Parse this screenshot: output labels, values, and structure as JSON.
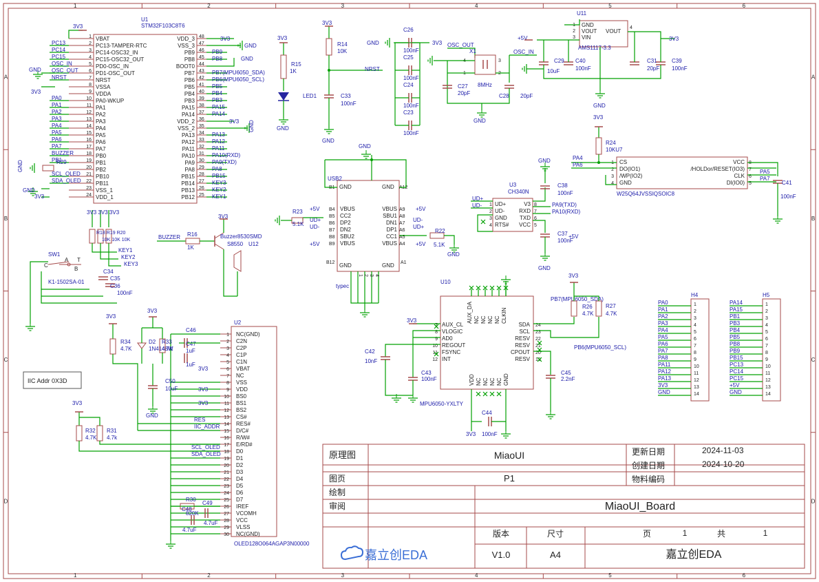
{
  "frame": {
    "cols": [
      "1",
      "2",
      "3",
      "4",
      "5",
      "6"
    ],
    "rows": [
      "A",
      "B",
      "C",
      "D"
    ]
  },
  "u1": {
    "ref": "U1",
    "part": "STM32F103C8T6",
    "left_pins": [
      {
        "n": "1",
        "name": "VBAT",
        "net": ""
      },
      {
        "n": "2",
        "name": "PC13-TAMPER-RTC",
        "net": "PC13"
      },
      {
        "n": "3",
        "name": "PC14-OSC32_IN",
        "net": "PC14"
      },
      {
        "n": "4",
        "name": "PC15-OSC32_OUT",
        "net": "PC15"
      },
      {
        "n": "5",
        "name": "PD0-OSC_IN",
        "net": "OSC_IN"
      },
      {
        "n": "6",
        "name": "PD1-OSC_OUT",
        "net": "OSC_OUT"
      },
      {
        "n": "7",
        "name": "NRST",
        "net": "NRST"
      },
      {
        "n": "8",
        "name": "VSSA",
        "net": ""
      },
      {
        "n": "9",
        "name": "VDDA",
        "net": ""
      },
      {
        "n": "10",
        "name": "PA0-WKUP",
        "net": "PA0"
      },
      {
        "n": "11",
        "name": "PA1",
        "net": "PA1"
      },
      {
        "n": "12",
        "name": "PA2",
        "net": "PA2"
      },
      {
        "n": "13",
        "name": "PA3",
        "net": "PA3"
      },
      {
        "n": "14",
        "name": "PA4",
        "net": "PA4"
      },
      {
        "n": "15",
        "name": "PA5",
        "net": "PA5"
      },
      {
        "n": "16",
        "name": "PA6",
        "net": "PA6"
      },
      {
        "n": "17",
        "name": "PA7",
        "net": "PA7"
      },
      {
        "n": "18",
        "name": "PB0",
        "net": "BUZZER"
      },
      {
        "n": "19",
        "name": "PB1",
        "net": "PB1"
      },
      {
        "n": "20",
        "name": "PB2",
        "net": ""
      },
      {
        "n": "21",
        "name": "PB10",
        "net": "SCL_OLED"
      },
      {
        "n": "22",
        "name": "PB11",
        "net": "SDA_OLED"
      },
      {
        "n": "23",
        "name": "VSS_1",
        "net": ""
      },
      {
        "n": "24",
        "name": "VDD_1",
        "net": ""
      }
    ],
    "right_pins": [
      {
        "n": "48",
        "name": "VDD_3",
        "net": ""
      },
      {
        "n": "47",
        "name": "VSS_3",
        "net": ""
      },
      {
        "n": "46",
        "name": "PB9",
        "net": "PB9"
      },
      {
        "n": "45",
        "name": "PB8",
        "net": "PB8"
      },
      {
        "n": "44",
        "name": "BOOT0",
        "net": ""
      },
      {
        "n": "43",
        "name": "PB7",
        "net": "PB7(MPU6050_SDA)"
      },
      {
        "n": "42",
        "name": "PB6",
        "net": "PB6(MPU6050_SCL)"
      },
      {
        "n": "41",
        "name": "PB5",
        "net": "PB5"
      },
      {
        "n": "40",
        "name": "PB4",
        "net": "PB4"
      },
      {
        "n": "39",
        "name": "PB3",
        "net": "PB3"
      },
      {
        "n": "38",
        "name": "PA15",
        "net": "PA15"
      },
      {
        "n": "37",
        "name": "PA14",
        "net": "PA14"
      },
      {
        "n": "36",
        "name": "VDD_2",
        "net": ""
      },
      {
        "n": "35",
        "name": "VSS_2",
        "net": ""
      },
      {
        "n": "34",
        "name": "PA13",
        "net": "PA13"
      },
      {
        "n": "33",
        "name": "PA12",
        "net": "PA12"
      },
      {
        "n": "32",
        "name": "PA11",
        "net": "PA11"
      },
      {
        "n": "31",
        "name": "PA10",
        "net": "PA10(RXD)"
      },
      {
        "n": "30",
        "name": "PA9",
        "net": "PA9(TXD)"
      },
      {
        "n": "29",
        "name": "PA8",
        "net": "PA8"
      },
      {
        "n": "28",
        "name": "PB15",
        "net": "PB15"
      },
      {
        "n": "27",
        "name": "PB14",
        "net": "KEY3"
      },
      {
        "n": "26",
        "name": "PB13",
        "net": "KEY2"
      },
      {
        "n": "25",
        "name": "PB12",
        "net": "KEY1"
      }
    ],
    "side_labels": [
      "3V3",
      "GND",
      "GND",
      "3V3",
      "R29",
      "GND",
      "3V3",
      "3V3",
      "GND",
      "GND",
      "GND"
    ]
  },
  "led_block": {
    "r15": "R15",
    "r15_val": "1K",
    "led": "LED1",
    "vcc": "3V3",
    "gnd": "GND"
  },
  "reset_block": {
    "r14": "R14",
    "r14_val": "10K",
    "c33": "C33",
    "c33_val": "100nF",
    "net": "NRST",
    "vcc": "3V3",
    "gnd": "GND"
  },
  "decoupling": {
    "gnd": "GND",
    "vcc": "3V3",
    "caps": [
      [
        "C26",
        "100nF"
      ],
      [
        "C25",
        "100nF"
      ],
      [
        "C24",
        "100nF"
      ],
      [
        "C23",
        "100nF"
      ]
    ]
  },
  "crystal": {
    "x": "X1",
    "freq": "8MHz",
    "osc_out": "OSC_OUT",
    "osc_in": "OSC_IN",
    "c27": "C27",
    "c27_val": "20pF",
    "c28": "C28",
    "c28_val": "20pF",
    "gnd": "GND",
    "pins": [
      "4",
      "1",
      "2",
      "3"
    ]
  },
  "ldo": {
    "ref": "U11",
    "part": "AMS1117-3.3",
    "pins": [
      "GND",
      "VOUT",
      "VIN",
      "VOUT"
    ],
    "nums": [
      "1",
      "2",
      "3",
      "4"
    ],
    "vin": "+5V",
    "vout": "3V3",
    "gnd": "GND",
    "caps": [
      [
        "C29",
        "10uF"
      ],
      [
        "C40",
        "100nF"
      ],
      [
        "C31",
        "20pF"
      ],
      [
        "C39",
        "100nF"
      ]
    ]
  },
  "usb": {
    "ref": "USB2",
    "type": "typec",
    "b1": "B1",
    "a12": "A12",
    "b12": "B12",
    "a1": "A1",
    "gnd": "GND",
    "left": [
      [
        "B4",
        "VBUS"
      ],
      [
        "B5",
        "CC2"
      ],
      [
        "B6",
        "DP2"
      ],
      [
        "B7",
        "DN2"
      ],
      [
        "B8",
        "SBU2"
      ],
      [
        "B9",
        "VBUS"
      ]
    ],
    "right": [
      [
        "A9",
        "VBUS"
      ],
      [
        "A8",
        "SBU1"
      ],
      [
        "A7",
        "DN1"
      ],
      [
        "A6",
        "DP1"
      ],
      [
        "A5",
        "CC1"
      ],
      [
        "A4",
        "VBUS"
      ]
    ],
    "bottom": [
      "1",
      "2",
      "3",
      "4"
    ],
    "nets": {
      "p5v": "+5V",
      "udp": "UD+",
      "udm": "UD-"
    },
    "r23": "R23",
    "r23_val": "5.1K",
    "r22": "R22",
    "r22_val": "5.1K"
  },
  "ch340": {
    "ref": "U3",
    "part": "CH340N",
    "left": [
      [
        "1",
        "UD+"
      ],
      [
        "2",
        "UD-"
      ],
      [
        "3",
        "GND"
      ],
      [
        "4",
        "RTS#"
      ]
    ],
    "right": [
      [
        "V3",
        "8"
      ],
      [
        "RXD",
        "7"
      ],
      [
        "TXD",
        "6"
      ],
      [
        "VCC",
        "5"
      ]
    ],
    "nets": [
      "UD+",
      "UD-",
      "PA9(TXD)",
      "PA10(RXD)",
      "+5V"
    ],
    "c38": "C38",
    "c38_val": "100nF",
    "c37": "C37",
    "c37_val": "100nF",
    "gnd": "GND"
  },
  "flash": {
    "ref": "U4",
    "part": "W25Q64JVSSIQSOIC8",
    "left": [
      [
        "1",
        "CS"
      ],
      [
        "2",
        "DO(IO1)"
      ],
      [
        "3",
        "/WP(IO2)"
      ],
      [
        "4",
        "GND"
      ]
    ],
    "right": [
      [
        "8",
        "VCC"
      ],
      [
        "7",
        "/HOLDor/RESET(IO3)"
      ],
      [
        "6",
        "CLK"
      ],
      [
        "5",
        "DI(IO0)"
      ]
    ],
    "nets": [
      "PA4",
      "PA6",
      "PA5",
      "PA7"
    ],
    "r24": "R24",
    "r24_val": "10KU7",
    "c41": "C41",
    "c41_val": "100nF",
    "vcc": "3V3"
  },
  "mpu": {
    "ref": "U10",
    "part": "MPU6050-YXLTY",
    "left": [
      [
        "7",
        "AUX_CL"
      ],
      [
        "8",
        "VLOGIC"
      ],
      [
        "9",
        "AD0"
      ],
      [
        "10",
        "REGOUT"
      ],
      [
        "11",
        "FSYNC"
      ],
      [
        "12",
        "INT"
      ]
    ],
    "right": [
      [
        "24",
        "SDA"
      ],
      [
        "23",
        "SCL"
      ],
      [
        "22",
        "RESV"
      ],
      [
        "21",
        "RESV"
      ],
      [
        "20",
        "CPOUT"
      ],
      [
        "19",
        "RESV"
      ]
    ],
    "top": [
      "AUX_DA",
      "NC",
      "NC",
      "NC",
      "NC",
      "CLKIN"
    ],
    "bottom": [
      "VDD",
      "NC",
      "NC",
      "NC",
      "NC",
      "GND"
    ],
    "nets": {
      "sda": "PB7(MPU6050_SDA)",
      "scl": "PB6(MPU6050_SCL)"
    },
    "r26": "R26",
    "r26_val": "4.7K",
    "r27": "R27",
    "r27_val": "4.7K",
    "c42": "C42",
    "c42_val": "10nF",
    "c43": "C43",
    "c43_val": "100nF",
    "c44": "C44",
    "c44_val": "100nF",
    "c45": "C45",
    "c45_val": "2.2nF",
    "vcc": "3V3"
  },
  "keys": {
    "sw": "SW1",
    "part": "K1-1502SA-01",
    "nets": [
      "KEY1",
      "KEY2",
      "KEY3"
    ],
    "r_labels": "R18 R19 R20",
    "r_vals": "10K 10K 10K",
    "c34": "C34",
    "c35": "C35",
    "c36": "C36",
    "c_val": "100nF",
    "pins": [
      "C",
      "A",
      "B",
      "T"
    ],
    "vcc": "3V3 3V3 3V3"
  },
  "buzzer": {
    "r16": "R16",
    "r16_val": "1K",
    "net": "BUZZER",
    "q": "S8550",
    "u": "U12",
    "bz": "Buzzer8530SMD",
    "vcc": "3V3"
  },
  "oled": {
    "ref": "U2",
    "part": "OLED128O064AGAP3N00000",
    "pins": [
      "NC(GND)",
      "C2N",
      "C2P",
      "C1P",
      "C1N",
      "VBAT",
      "NC",
      "VSS",
      "VDD",
      "BS0",
      "BS1",
      "BS2",
      "CS#",
      "RES#",
      "D/C#",
      "R/W#",
      "E/RD#",
      "D0",
      "D1",
      "D2",
      "D3",
      "D4",
      "D5",
      "D6",
      "D7",
      "IREF",
      "VCOMH",
      "VCC",
      "VLSS",
      "NC(GND)"
    ],
    "nets": {
      "res": "RES",
      "iic": "IIC_ADDR",
      "scl": "SCL_OLED",
      "sda": "SDA_OLED",
      "v3": "3V3",
      "gnd": "GND"
    },
    "r34": "R34",
    "r34_val": "4.7K",
    "d2": "D2",
    "d2_val": "1N4148W",
    "r33": "R33",
    "r33_val": "4.7K",
    "c46": "C46",
    "c47": "C47",
    "c47_val": "1uF",
    "c46_val": "1uF",
    "c50": "C50",
    "c50_val": "10uF",
    "r32": "R32",
    "r32_val": "4.7K",
    "r31": "R31",
    "r31_val": "4.7k",
    "r30": "R30",
    "r30_val": "820K",
    "c48": "C48",
    "c49": "C49",
    "c49_val": "4.7uF",
    "c48_val": "4.7uF",
    "iic_note": "IIC Addr  0X3D"
  },
  "h4": {
    "ref": "H4",
    "nets": [
      "PA0",
      "PA1",
      "PA2",
      "PA3",
      "PA4",
      "PA5",
      "PA6",
      "PA7",
      "PA8",
      "PA11",
      "PA12",
      "PA13",
      "3V3",
      "GND"
    ]
  },
  "h5": {
    "ref": "H5",
    "nets": [
      "PA14",
      "PA15",
      "PB1",
      "PB3",
      "PB4",
      "PB5",
      "PB8",
      "PB9",
      "PB15",
      "PC13",
      "PC14",
      "PC15",
      "+5V",
      "GND"
    ]
  },
  "title_block": {
    "label_schematic": "原理图",
    "title": "MiaoUI",
    "label_updated": "更新日期",
    "updated": "2024-11-03",
    "label_created": "创建日期",
    "created": "2024-10-20",
    "label_page": "图页",
    "page": "P1",
    "label_material": "物料编码",
    "label_drawn": "绘制",
    "label_review": "审阅",
    "board": "MiaoUI_Board",
    "label_version": "版本",
    "label_size": "尺寸",
    "label_pg": "页",
    "pg": "1",
    "label_total": "共",
    "total": "1",
    "version": "V1.0",
    "size": "A4",
    "logo": "嘉立创EDA",
    "company": "嘉立创EDA"
  },
  "colors": {
    "wire": "#00a000",
    "body": "#a54a4a",
    "pin": "#a54a4a",
    "net": "#1a1aa8",
    "ref": "#1a1aa8",
    "text": "#222222",
    "junction": "#00a000",
    "frame": "#a54a4a"
  }
}
